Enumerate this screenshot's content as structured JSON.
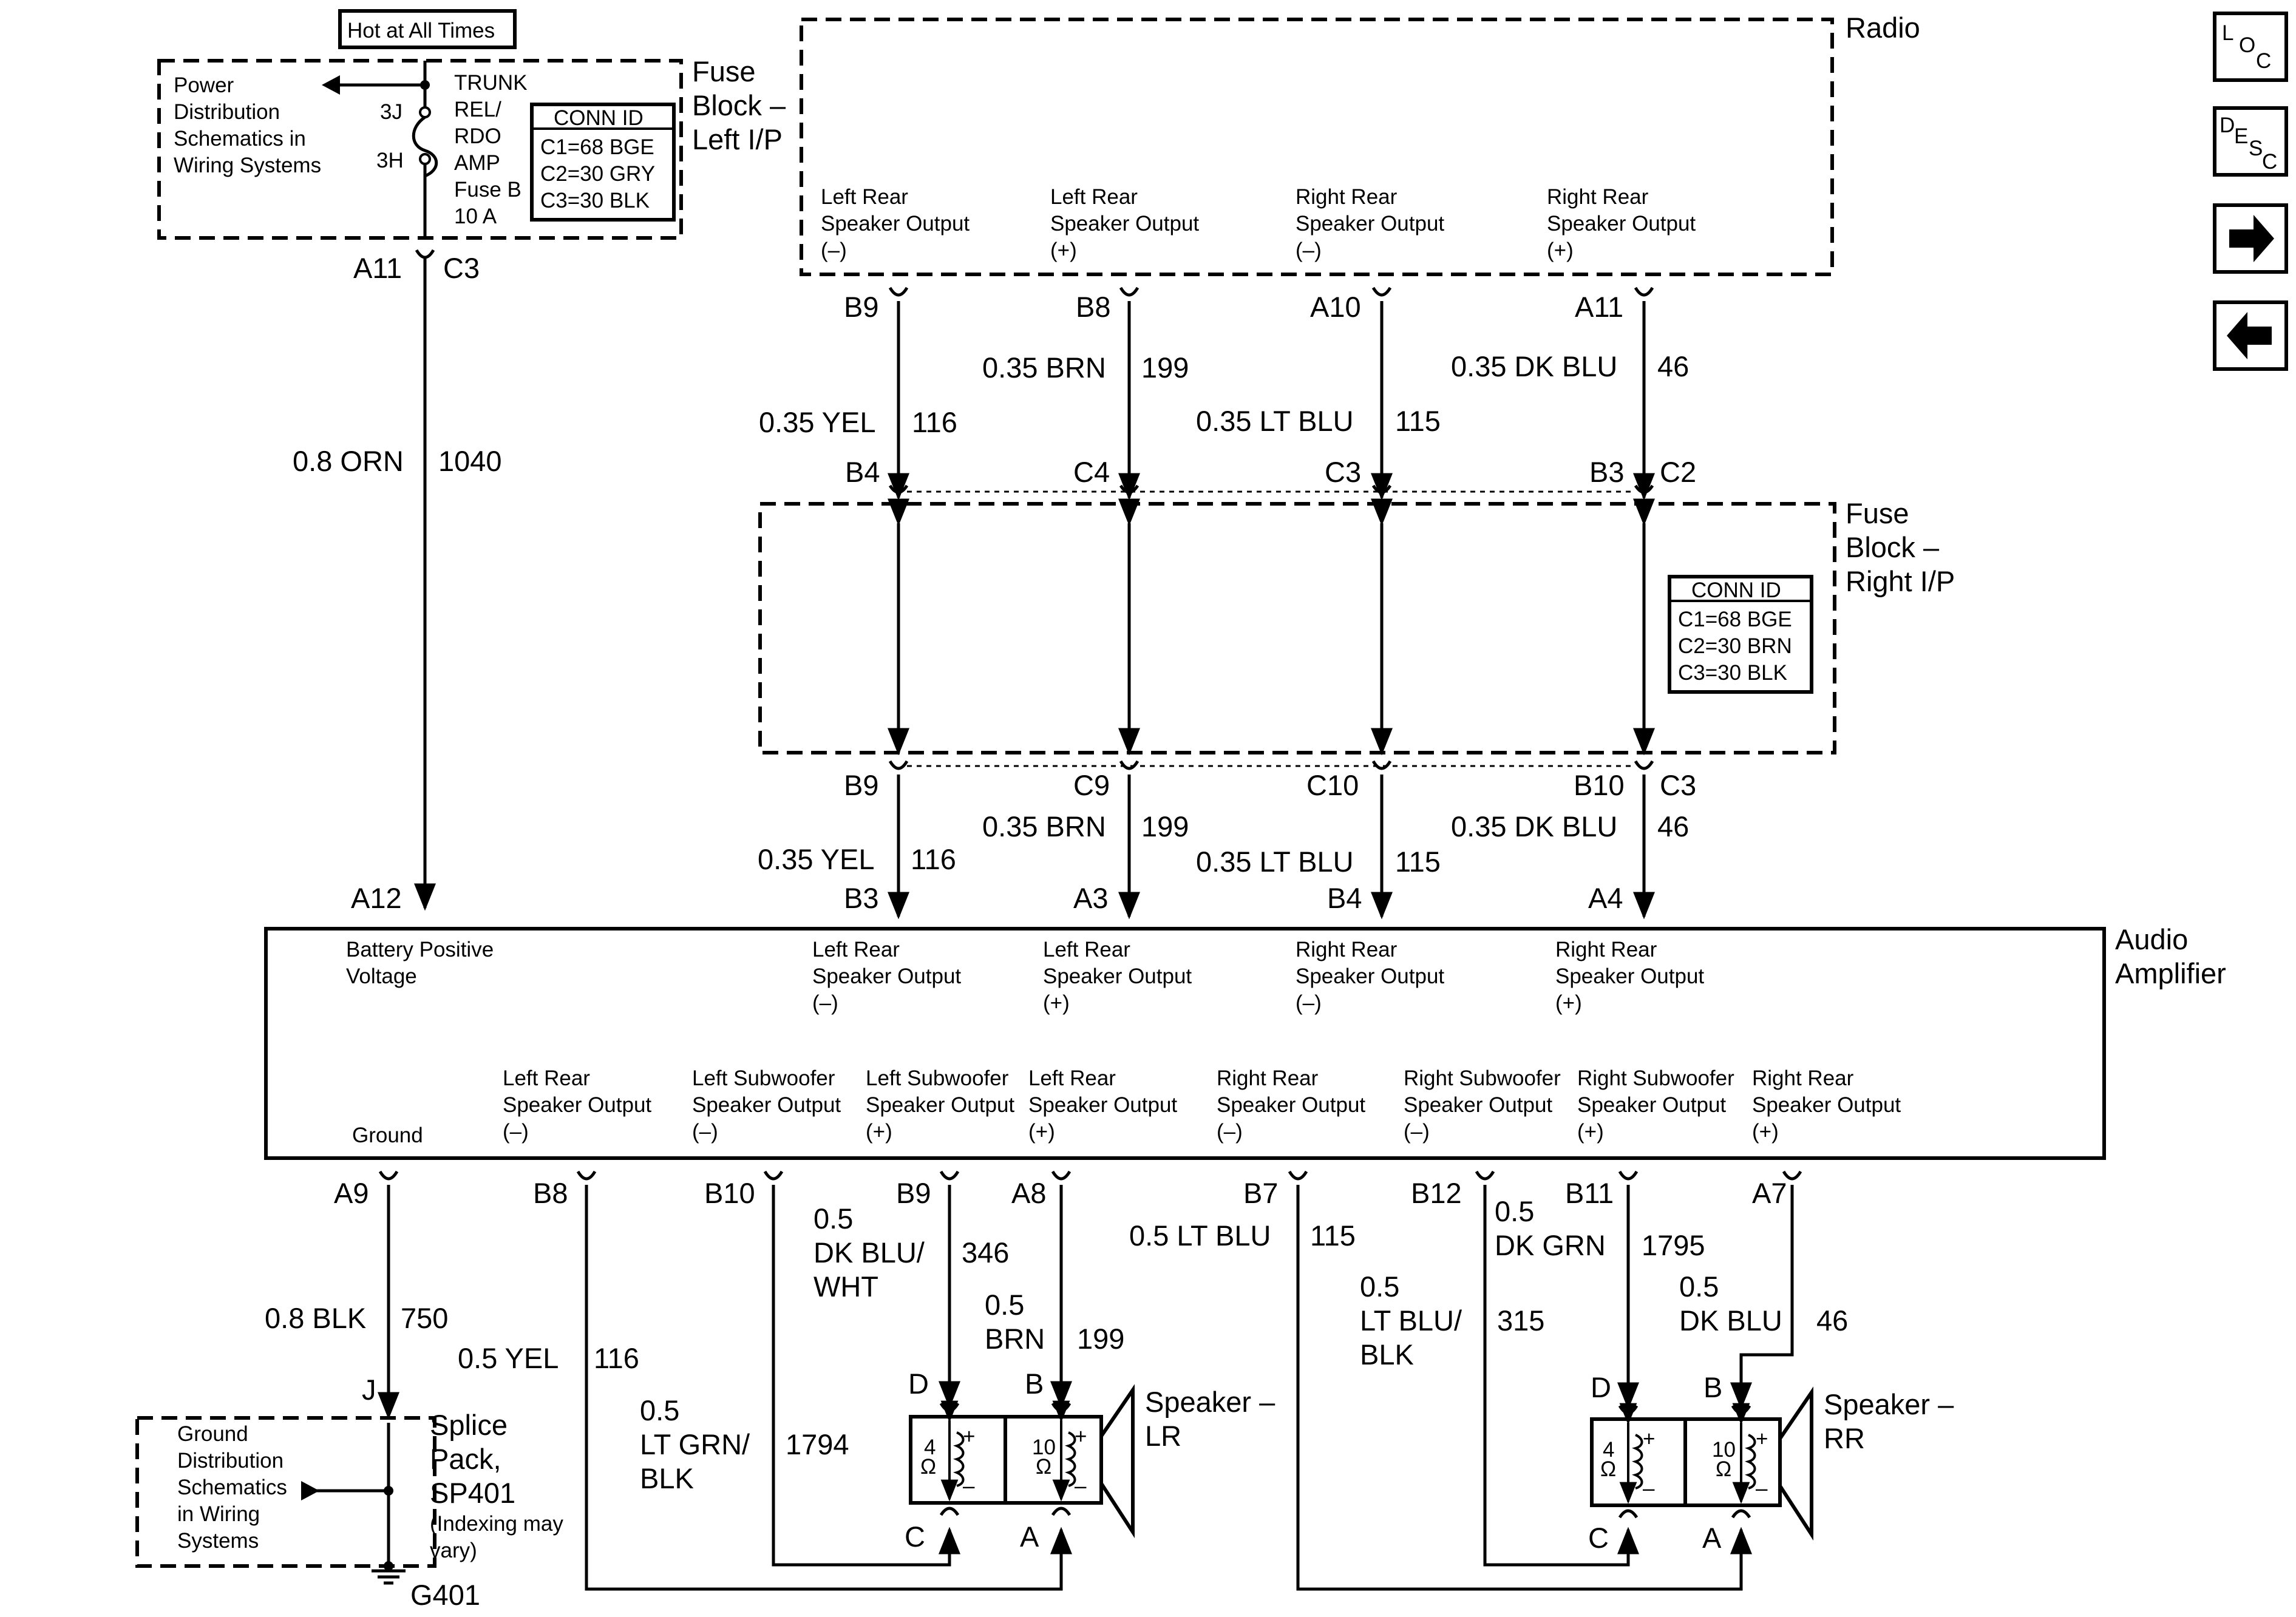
{
  "hot_label": "Hot at All Times",
  "fuse_block_left": {
    "title": [
      "Fuse",
      "Block –",
      "Left I/P"
    ],
    "power_dist_text": [
      "Power",
      "Distribution",
      "Schematics in",
      "Wiring Systems"
    ],
    "pin_3j": "3J",
    "pin_3h": "3H",
    "fuse_text": [
      "TRUNK",
      "REL/",
      "RDO",
      "AMP",
      "Fuse B",
      "10 A"
    ],
    "conn_id": {
      "header": "CONN ID",
      "rows": [
        "C1=68 BGE",
        "C2=30 GRY",
        "C3=30 BLK"
      ]
    },
    "bottom_pin": "A11",
    "bottom_conn": "C3"
  },
  "main_feed": {
    "wire": "0.8 ORN",
    "circuit": "1040",
    "amp_pin": "A12"
  },
  "radio": {
    "title": "Radio",
    "outputs": [
      [
        "Left Rear",
        "Speaker Output",
        "(–)"
      ],
      [
        "Left Rear",
        "Speaker Output",
        "(+)"
      ],
      [
        "Right Rear",
        "Speaker Output",
        "(–)"
      ],
      [
        "Right Rear",
        "Speaker Output",
        "(+)"
      ]
    ],
    "pins": [
      "B9",
      "B8",
      "A10",
      "A11"
    ]
  },
  "upper_wires": [
    {
      "wire": "0.35 YEL",
      "circuit": "116"
    },
    {
      "wire": "0.35 BRN",
      "circuit": "199"
    },
    {
      "wire": "0.35 LT BLU",
      "circuit": "115"
    },
    {
      "wire": "0.35 DK BLU",
      "circuit": "46"
    }
  ],
  "fuse_block_right": {
    "title": [
      "Fuse",
      "Block –",
      "Right I/P"
    ],
    "top_pins": [
      "B4",
      "C4",
      "C3",
      "B3"
    ],
    "top_conn": "C2",
    "bottom_pins": [
      "B9",
      "C9",
      "C10",
      "B10"
    ],
    "bottom_conn": "C3",
    "conn_id": {
      "header": "CONN ID",
      "rows": [
        "C1=68 BGE",
        "C2=30 BRN",
        "C3=30 BLK"
      ]
    }
  },
  "lower_wires": [
    {
      "wire": "0.35 YEL",
      "circuit": "116"
    },
    {
      "wire": "0.35 BRN",
      "circuit": "199"
    },
    {
      "wire": "0.35 LT BLU",
      "circuit": "115"
    },
    {
      "wire": "0.35 DK BLU",
      "circuit": "46"
    }
  ],
  "amp_input_pins": [
    "B3",
    "A3",
    "B4",
    "A4"
  ],
  "amplifier": {
    "title": [
      "Audio",
      "Amplifier"
    ],
    "battery_label": [
      "Battery Positive",
      "Voltage"
    ],
    "inputs": [
      [
        "Left Rear",
        "Speaker Output",
        "(–)"
      ],
      [
        "Left Rear",
        "Speaker Output",
        "(+)"
      ],
      [
        "Right Rear",
        "Speaker Output",
        "(–)"
      ],
      [
        "Right Rear",
        "Speaker Output",
        "(+)"
      ]
    ],
    "ground_label": "Ground",
    "outputs": [
      [
        "Left Rear",
        "Speaker Output",
        "(–)"
      ],
      [
        "Left Subwoofer",
        "Speaker Output",
        "(–)"
      ],
      [
        "Left Subwoofer",
        "Speaker Output",
        "(+)"
      ],
      [
        "Left Rear",
        "Speaker Output",
        "(+)"
      ],
      [
        "Right Rear",
        "Speaker Output",
        "(–)"
      ],
      [
        "Right Subwoofer",
        "Speaker Output",
        "(–)"
      ],
      [
        "Right Subwoofer",
        "Speaker Output",
        "(+)"
      ],
      [
        "Right Rear",
        "Speaker Output",
        "(+)"
      ]
    ],
    "output_pins": [
      "A9",
      "B8",
      "B10",
      "B9",
      "A8",
      "B7",
      "B12",
      "B11",
      "A7"
    ]
  },
  "ground_circuit": {
    "wire": "0.8 BLK",
    "circuit": "750",
    "splice_pin": "J",
    "ground_dist_text": [
      "Ground",
      "Distribution",
      "Schematics",
      "in Wiring",
      "Systems"
    ],
    "splice_label": [
      "Splice",
      "Pack,",
      "SP401"
    ],
    "splice_note": [
      "(Indexing may",
      "vary)"
    ],
    "ground_id": "G401"
  },
  "speaker_wires": {
    "b8": {
      "wire": "0.5 YEL",
      "circuit": "116"
    },
    "b10": {
      "wire": [
        "0.5",
        "LT GRN/",
        "BLK"
      ],
      "circuit": "1794"
    },
    "b9": {
      "wire": [
        "0.5",
        "DK BLU/",
        "WHT"
      ],
      "circuit": "346"
    },
    "a8": {
      "wire": [
        "0.5",
        "BRN"
      ],
      "circuit": "199"
    },
    "b7": {
      "wire": "0.5 LT BLU",
      "circuit": "115"
    },
    "b12": {
      "wire": [
        "0.5",
        "LT BLU/",
        "BLK"
      ],
      "circuit": "315"
    },
    "b11": {
      "wire": [
        "0.5",
        "DK GRN"
      ],
      "circuit": "1795"
    },
    "a7": {
      "wire": [
        "0.5",
        "DK BLU"
      ],
      "circuit": "46"
    }
  },
  "speaker_lr": {
    "title": [
      "Speaker –",
      "LR"
    ],
    "pins": {
      "d": "D",
      "b": "B",
      "c": "C",
      "a": "A"
    },
    "coil1": [
      "4",
      "Ω"
    ],
    "coil2": [
      "10",
      "Ω"
    ]
  },
  "speaker_rr": {
    "title": [
      "Speaker –",
      "RR"
    ],
    "pins": {
      "d": "D",
      "b": "B",
      "c": "C",
      "a": "A"
    },
    "coil1": [
      "4",
      "Ω"
    ],
    "coil2": [
      "10",
      "Ω"
    ]
  },
  "nav": {
    "loc": [
      "L",
      "O",
      "C"
    ],
    "desc": [
      "D",
      "E",
      "S",
      "C"
    ],
    "next_icon": "arrow-right",
    "prev_icon": "arrow-left"
  }
}
